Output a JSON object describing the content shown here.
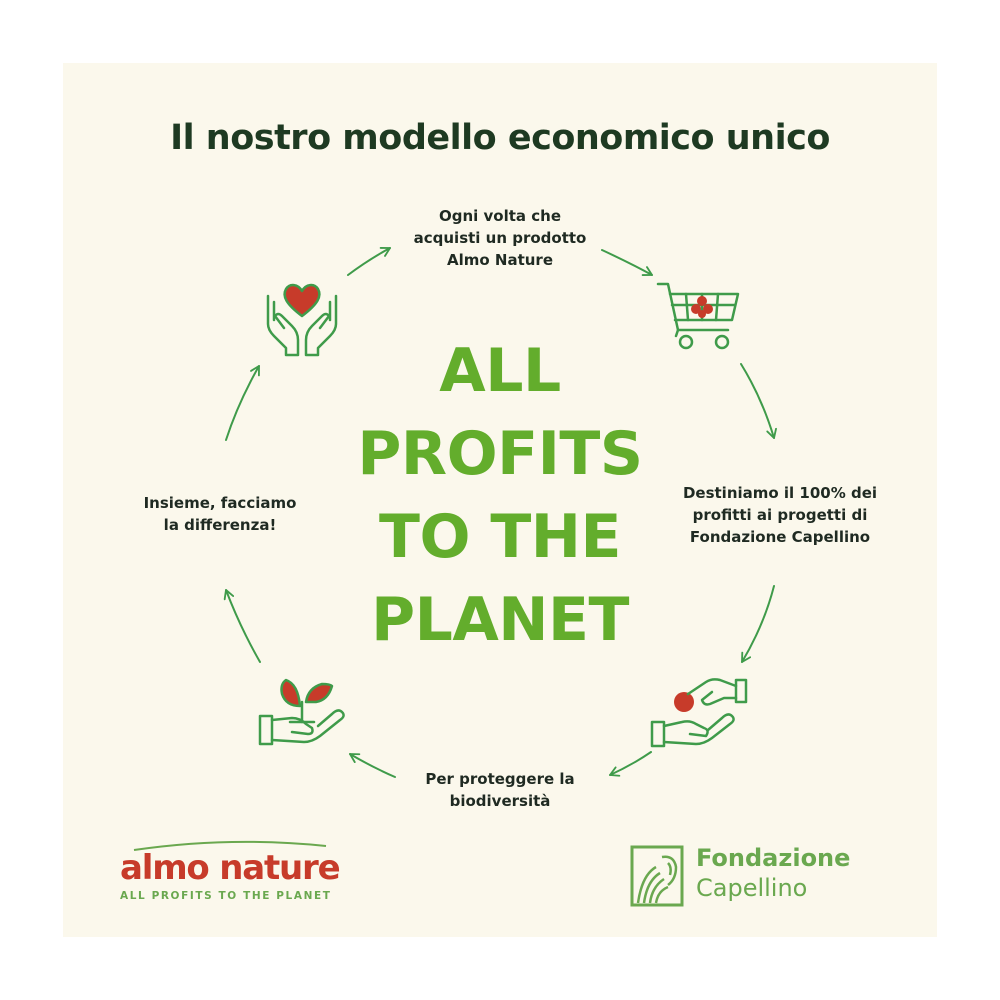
{
  "heading": "Il nostro modello economico unico",
  "center_slogan": [
    "ALL",
    "PROFITS",
    "TO THE",
    "PLANET"
  ],
  "steps": [
    {
      "lines": [
        "Ogni volta che",
        "acquisti un prodotto",
        "Almo Nature"
      ],
      "icon": "shopping-cart-icon"
    },
    {
      "lines": [
        "Destiniamo il 100% dei",
        "profitti ai progetti di",
        "Fondazione Capellino"
      ],
      "icon": "giving-coin-hands-icon"
    },
    {
      "lines": [
        "Per proteggere la",
        "biodiversità"
      ],
      "icon": "sprout-in-hand-icon"
    },
    {
      "lines": [
        "Insieme, facciamo",
        "la differenza!"
      ],
      "icon": "heart-in-hands-icon"
    }
  ],
  "brands": {
    "almo_nature": {
      "name": "almo nature",
      "tagline": "ALL PROFITS TO THE PLANET"
    },
    "fondazione_capellino": {
      "line1": "Fondazione",
      "line2": "Capellino"
    }
  },
  "colors": {
    "background": "#fbf8ec",
    "heading": "#1e3a22",
    "accent_green": "#63ad2c",
    "icon_green": "#3f9b4a",
    "accent_red": "#c73b2a"
  }
}
